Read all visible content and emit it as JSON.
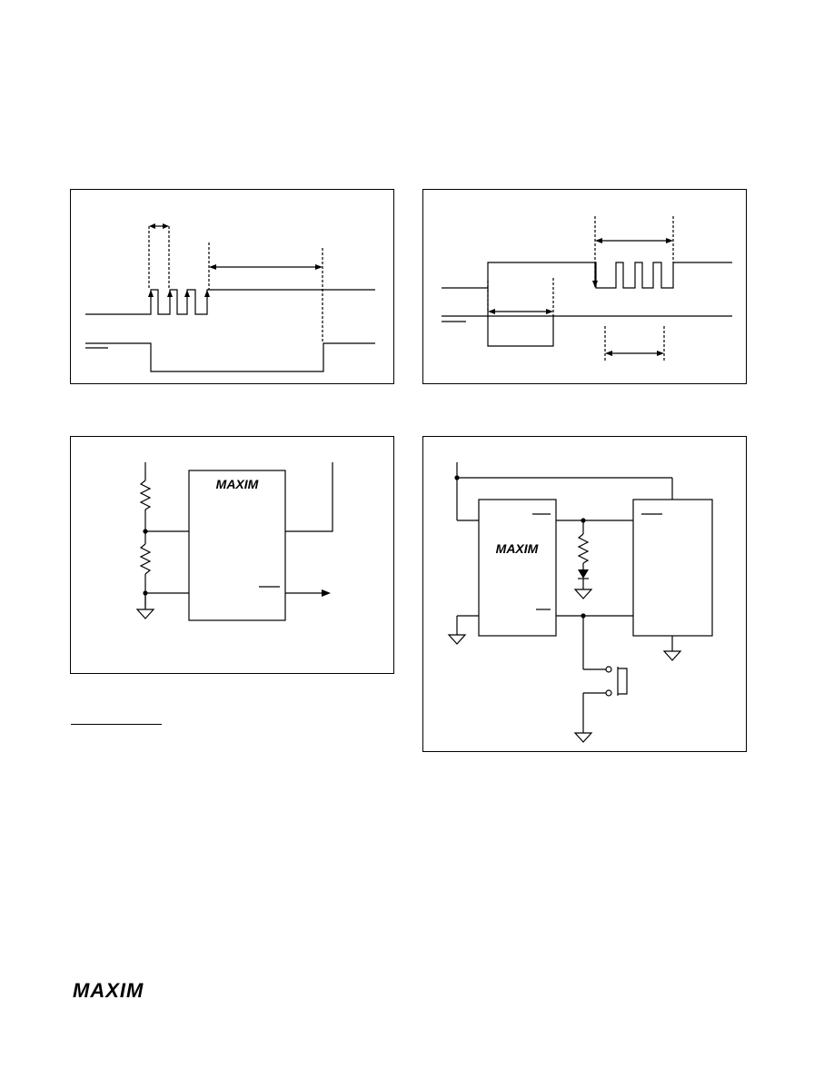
{
  "page": {
    "logo_text": "MAXIM"
  },
  "figures": [
    {
      "id": "timing-diagram-left",
      "kind": "timing"
    },
    {
      "id": "timing-diagram-right",
      "kind": "timing"
    },
    {
      "id": "schematic-divider",
      "kind": "schematic",
      "chip_logo": "MAXIM"
    },
    {
      "id": "schematic-manual-reset",
      "kind": "schematic",
      "chip_logo": "MAXIM"
    }
  ],
  "colors": {
    "ink": "#000000",
    "paper": "#ffffff"
  }
}
